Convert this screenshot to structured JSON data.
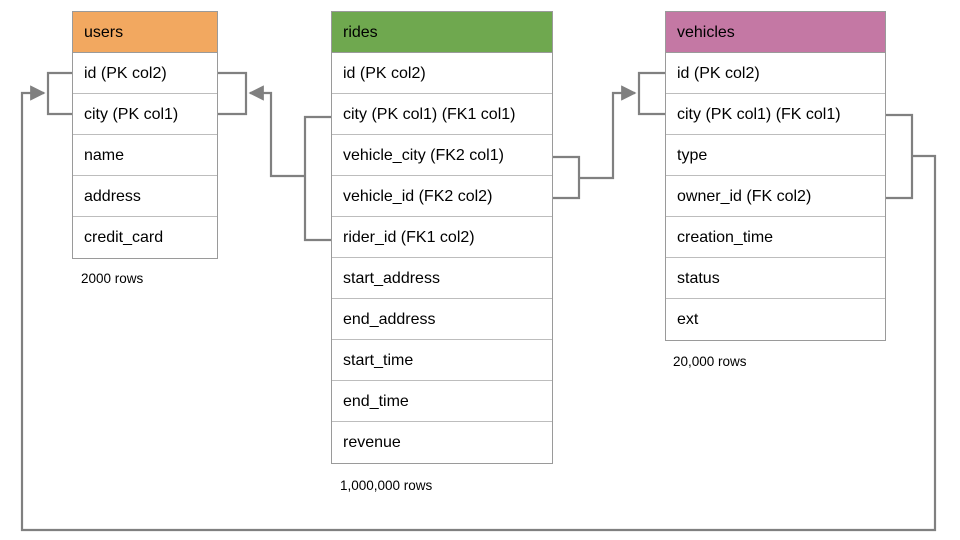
{
  "diagram": {
    "type": "entity-relationship-diagram",
    "background": "#ffffff",
    "line_color": "#808080",
    "tables": [
      {
        "name": "users",
        "header_color": "#F2A860",
        "columns": [
          "id (PK col2)",
          "city (PK col1)",
          "name",
          "address",
          "credit_card"
        ],
        "rows_label": "2000 rows"
      },
      {
        "name": "rides",
        "header_color": "#6FA84F",
        "columns": [
          "id (PK col2)",
          "city (PK col1) (FK1 col1)",
          "vehicle_city (FK2 col1)",
          "vehicle_id (FK2 col2)",
          "rider_id (FK1 col2)",
          "start_address",
          "end_address",
          "start_time",
          "end_time",
          "revenue"
        ],
        "rows_label": "1,000,000 rows"
      },
      {
        "name": "vehicles",
        "header_color": "#C478A4",
        "columns": [
          "id (PK col2)",
          "city (PK col1) (FK col1)",
          "type",
          "owner_id (FK col2)",
          "creation_time",
          "status",
          "ext"
        ],
        "rows_label": "20,000 rows"
      }
    ]
  }
}
